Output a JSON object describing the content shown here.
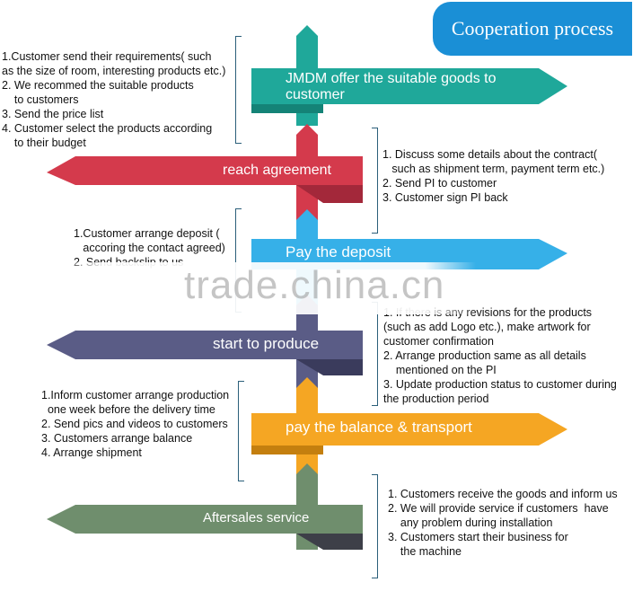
{
  "title": "Cooperation process",
  "watermark": "trade.china.cn",
  "colors": {
    "title_bg": "#1a8fd6",
    "teal": "#1fa89a",
    "red": "#d43a4c",
    "blue": "#36b0e8",
    "purple": "#5a5c86",
    "orange": "#f5a623",
    "green": "#6f8e6d"
  },
  "steps": [
    {
      "label": "JMDM offer the suitable goods to\ncustomer",
      "direction": "right",
      "notes": "1.Customer send their requirements( such\nas the size of room, interesting products etc.)\n2. We recommed the suitable products\n    to customers\n3. Send the price list\n4. Customer select the products according\n    to their budget"
    },
    {
      "label": "reach agreement",
      "direction": "left",
      "notes": "1. Discuss some details about the contract(\n   such as shipment term, payment term etc.)\n2. Send PI to customer\n3. Customer sign PI back"
    },
    {
      "label": "Pay the deposit",
      "direction": "right",
      "notes": "1.Customer arrange deposit (\n   accoring the contact agreed)\n2. Send backslip to us"
    },
    {
      "label": "start to produce",
      "direction": "left",
      "notes": "1. If there is any revisions for the products\n(such as add Logo etc.), make artwork for\ncustomer confirmation\n2. Arrange production same as all details\n    mentioned on the PI\n3. Update production status to customer during\nthe production period"
    },
    {
      "label": "pay the balance & transport",
      "direction": "right",
      "notes": "1.Inform customer arrange production\n  one week before the delivery time\n2. Send pics and videos to customers\n3. Customers arrange balance\n4. Arrange shipment"
    },
    {
      "label": "Aftersales service",
      "direction": "left",
      "notes": "1. Customers receive the goods and inform us\n2. We will provide service if customers  have\n    any problem during installation\n3. Customers start their business for\n    the machine"
    }
  ]
}
